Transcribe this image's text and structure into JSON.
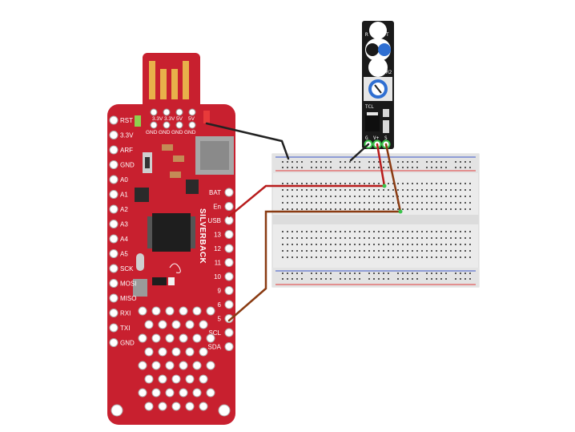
{
  "board": {
    "name": "SILVERBACK",
    "top_header_pins": [
      "3.3V",
      "3.3V",
      "5V",
      "5V"
    ],
    "bottom_header_pins": [
      "GND",
      "GND",
      "GND",
      "GND"
    ],
    "left_pins": [
      "RST",
      "3.3V",
      "ARF",
      "GND",
      "A0",
      "A1",
      "A2",
      "A3",
      "A4",
      "A5",
      "SCK",
      "MOSI",
      "MISO",
      "RXI",
      "TXI",
      "GND"
    ],
    "right_pins": [
      "BAT",
      "En",
      "USB",
      "13",
      "12",
      "11",
      "10",
      "9",
      "6",
      "5",
      "SCL",
      "SDA"
    ],
    "color": "#c8202f"
  },
  "sensor_module": {
    "pins": [
      "G",
      "V+",
      "S"
    ],
    "chip_label": "TCL",
    "marks": [
      "R",
      "T",
      "R2"
    ]
  },
  "wires": [
    {
      "name": "ground",
      "from": "GND",
      "to": "breadboard",
      "color": "#222222"
    },
    {
      "name": "power",
      "from": "USB",
      "to": "V+",
      "color": "#b81c1c"
    },
    {
      "name": "signal",
      "from": "5",
      "to": "S",
      "color": "#8a3b12"
    }
  ],
  "colors": {
    "breadboard": "#e9e9e9",
    "rail_red": "#e23b3b",
    "rail_blue": "#3b57c9",
    "usb_gold": "#e8b04a",
    "sensor_board": "#1a1a1a",
    "pin_green": "#39c24a"
  }
}
